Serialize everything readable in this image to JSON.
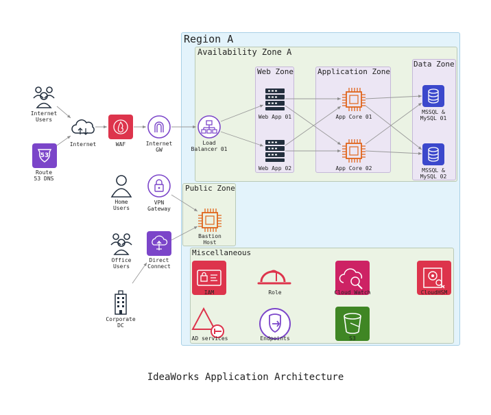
{
  "diagram": {
    "caption": "IdeaWorks Application Architecture",
    "containers": {
      "region": "Region A",
      "az": "Availability Zone A",
      "web_zone": "Web Zone",
      "app_zone": "Application Zone",
      "data_zone": "Data Zone",
      "public_zone": "Public Zone",
      "misc": "Miscellaneous"
    },
    "nodes": {
      "internet_users": "Internet\nUsers",
      "route53": "Route\n53 DNS",
      "internet": "Internet",
      "waf": "WAF",
      "internet_gw": "Internet\nGW",
      "load_balancer": "Load\nBalancer 01",
      "web_app_01": "Web App 01",
      "web_app_02": "Web App 02",
      "app_core_01": "App Core 01",
      "app_core_02": "App Core 02",
      "db_01": "MSSQL &\nMySQL 01",
      "db_02": "MSSQL &\nMySQL 02",
      "home_users": "Home\nUsers",
      "vpn_gateway": "VPN\nGateway",
      "office_users": "Office\nUsers",
      "direct_connect": "Direct\nConnect",
      "corporate_dc": "Corporate\nDC",
      "bastion": "Bastion\nHost",
      "iam": "IAM",
      "role": "Role",
      "cloudwatch": "Cloud Watch",
      "cloudhsm": "CloudHSM",
      "ad_services": "AD services",
      "endpoints": "Endpoints",
      "s3": "S3",
      "route53_badge": "53"
    },
    "colors": {
      "region_fill": "#e3f3fb",
      "zone_fill": "#ebf3e4",
      "subzone_fill": "#ece6f4",
      "waf_red": "#dd344c",
      "purple": "#7b45c9",
      "orange": "#e0641a",
      "db_blue": "#3b48cc",
      "pink": "#cd2264",
      "green": "#3f8624",
      "arrow": "#9a9a9a"
    }
  }
}
